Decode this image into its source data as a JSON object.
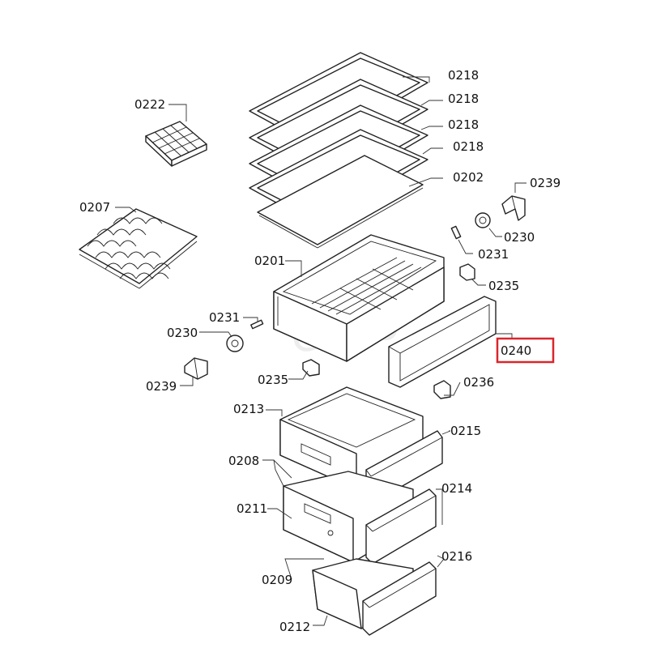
{
  "diagram": {
    "highlight_color": "#d9262c",
    "highlighted_part": "0240",
    "watermark": "eleo",
    "labels": {
      "p0218a": "0218",
      "p0218b": "0218",
      "p0218c": "0218",
      "p0218d": "0218",
      "p0202": "0202",
      "p0222": "0222",
      "p0207": "0207",
      "p0201": "0201",
      "p0239r": "0239",
      "p0230r": "0230",
      "p0231r": "0231",
      "p0235r": "0235",
      "p0231l": "0231",
      "p0230l": "0230",
      "p0239l": "0239",
      "p0235l": "0235",
      "p0240": "0240",
      "p0236": "0236",
      "p0213": "0213",
      "p0215": "0215",
      "p0208": "0208",
      "p0214": "0214",
      "p0211": "0211",
      "p0216": "0216",
      "p0209": "0209",
      "p0212": "0212"
    }
  }
}
